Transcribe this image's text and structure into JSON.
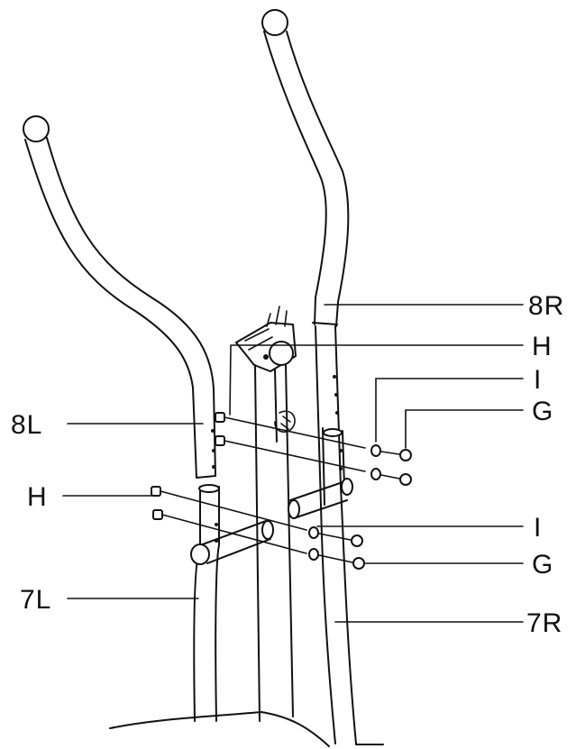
{
  "callouts": {
    "r8": "8R",
    "h_top": "H",
    "i_top": "I",
    "g_top": "G",
    "l8": "8L",
    "h_left": "H",
    "i_mid": "I",
    "g_mid": "G",
    "l7": "7L",
    "r7": "7R"
  }
}
